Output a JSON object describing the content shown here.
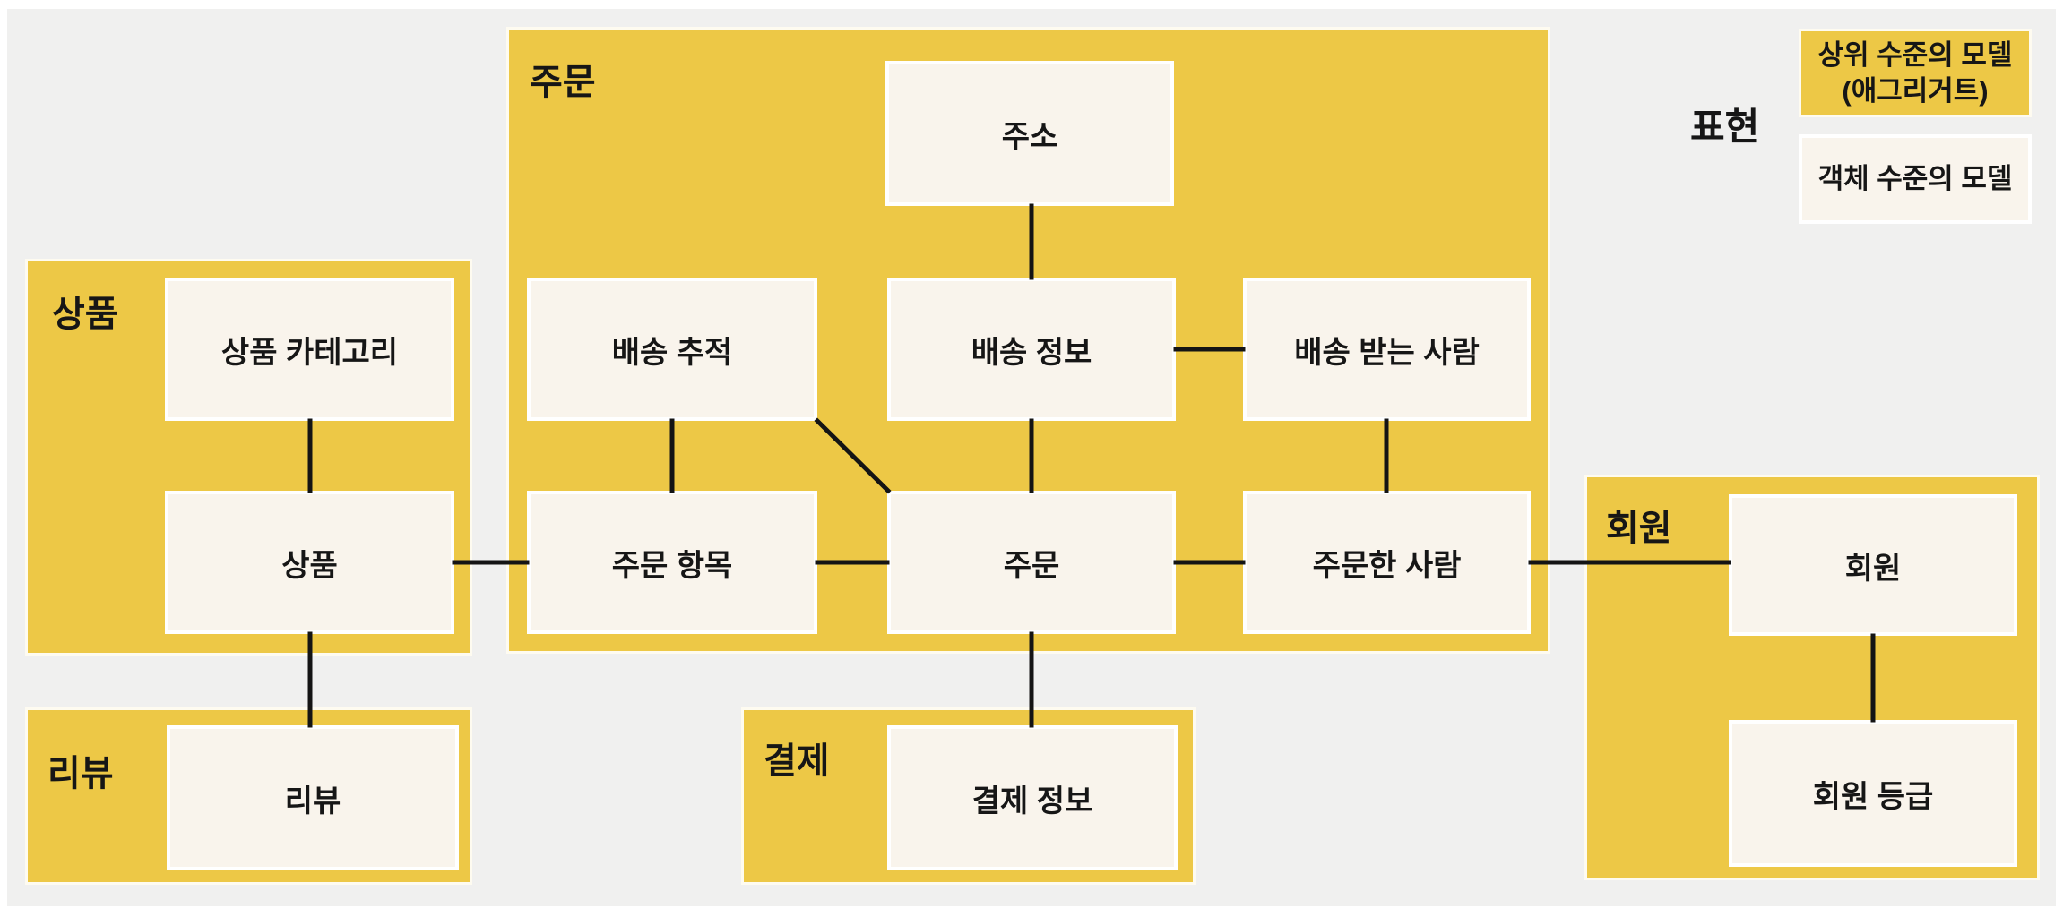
{
  "diagram": {
    "legend": {
      "title": "표현",
      "aggregate_model": {
        "line1": "상위 수준의 모델",
        "line2": "(애그리거트)"
      },
      "entity_model": {
        "label": "객체 수준의 모델"
      }
    },
    "aggregates": {
      "order": {
        "label": "주문"
      },
      "product": {
        "label": "상품"
      },
      "review": {
        "label": "리뷰"
      },
      "payment": {
        "label": "결제"
      },
      "member": {
        "label": "회원"
      }
    },
    "entities": {
      "address": {
        "label": "주소"
      },
      "delivery_tracking": {
        "label": "배송 추적"
      },
      "delivery_info": {
        "label": "배송 정보"
      },
      "delivery_recipient": {
        "label": "배송 받는 사람"
      },
      "order_item": {
        "label": "주문 항목"
      },
      "order": {
        "label": "주문"
      },
      "orderer": {
        "label": "주문한 사람"
      },
      "product_category": {
        "label": "상품 카테고리"
      },
      "product": {
        "label": "상품"
      },
      "review": {
        "label": "리뷰"
      },
      "payment_info": {
        "label": "결제 정보"
      },
      "member": {
        "label": "회원"
      },
      "member_grade": {
        "label": "회원 등급"
      }
    },
    "connections": [
      {
        "from": "address",
        "to": "delivery_info"
      },
      {
        "from": "delivery_info",
        "to": "delivery_recipient"
      },
      {
        "from": "delivery_tracking",
        "to": "order_item"
      },
      {
        "from": "delivery_tracking",
        "to": "order"
      },
      {
        "from": "delivery_info",
        "to": "order"
      },
      {
        "from": "delivery_recipient",
        "to": "orderer"
      },
      {
        "from": "product_category",
        "to": "product"
      },
      {
        "from": "product",
        "to": "order_item"
      },
      {
        "from": "order_item",
        "to": "order"
      },
      {
        "from": "order",
        "to": "orderer"
      },
      {
        "from": "orderer",
        "to": "member"
      },
      {
        "from": "product",
        "to": "review"
      },
      {
        "from": "order",
        "to": "payment_info"
      },
      {
        "from": "member",
        "to": "member_grade"
      }
    ],
    "colors": {
      "aggregate_fill": "#EDC846",
      "entity_fill": "#F9F4EC",
      "panel_bg": "#F0F0EF",
      "line": "#141414",
      "text": "#161616"
    }
  }
}
